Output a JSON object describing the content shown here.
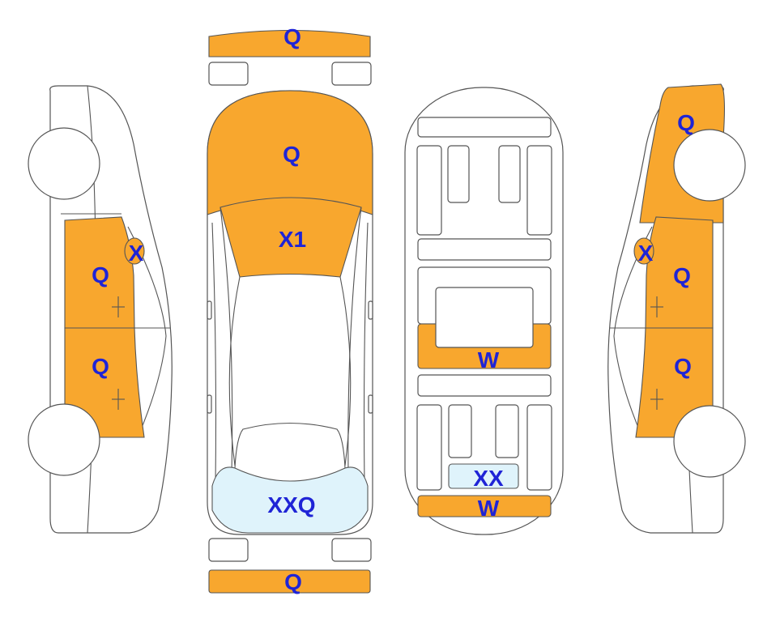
{
  "colors": {
    "damage": "#f8a72e",
    "glass_damage": "#dff3fb",
    "label": "#1f24d6",
    "outline": "#555555"
  },
  "labels": {
    "front_bumper": "Q",
    "hood": "Q",
    "windshield": "X1",
    "rear_window": "XXQ",
    "rear_bumper": "Q",
    "interior_center": "W",
    "interior_rear_seat": "XX",
    "interior_trunk": "W",
    "left_front_door": "Q",
    "left_rear_door": "Q",
    "left_mirror": "X",
    "right_front_fender": "Q",
    "right_front_door": "Q",
    "right_rear_door": "Q",
    "right_mirror": "X"
  }
}
